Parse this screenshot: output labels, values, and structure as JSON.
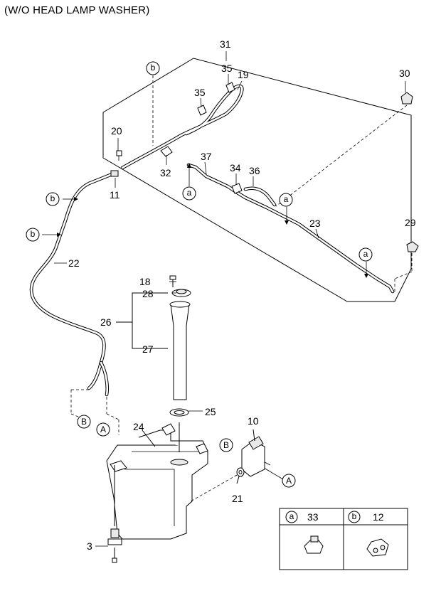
{
  "title": "(W/O HEAD LAMP WASHER)",
  "callouts": {
    "c31": "31",
    "c35a": "35",
    "c19": "19",
    "c30": "30",
    "c35b": "35",
    "c20": "20",
    "c32": "32",
    "c37": "37",
    "c34": "34",
    "c36": "36",
    "c11": "11",
    "c23": "23",
    "c29": "29",
    "c22": "22",
    "c18": "18",
    "c28": "28",
    "c26": "26",
    "c27": "27",
    "c25": "25",
    "c24": "24",
    "c10": "10",
    "c21": "21",
    "c3": "3"
  },
  "markers": {
    "b1": "b",
    "b2": "b",
    "b3": "b",
    "a1": "a",
    "a2": "a",
    "a3": "a",
    "B1": "B",
    "A1": "A",
    "B2": "B",
    "A2": "A"
  },
  "legend": {
    "left_letter": "a",
    "left_part": "33",
    "right_letter": "b",
    "right_part": "12"
  }
}
